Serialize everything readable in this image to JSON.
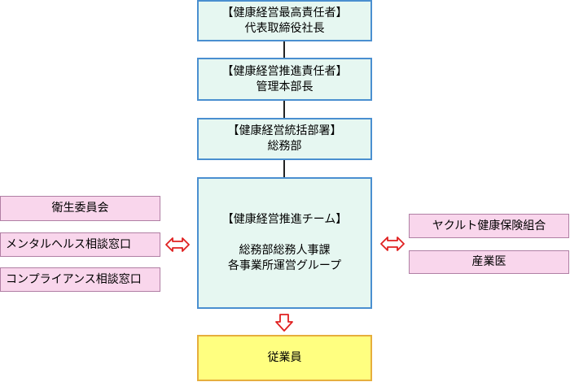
{
  "ceo_box": {
    "title": "【健康経営最高責任者】",
    "role": "代表取締役社長"
  },
  "promotion_box": {
    "title": "【健康経営推進責任者】",
    "role": "管理本部長"
  },
  "general_box": {
    "title": "【健康経営統括部署】",
    "role": "総務部"
  },
  "team_box": {
    "title": "【健康経営推進チーム】",
    "members": [
      "総務部総務人事課",
      "各事業所運営グループ"
    ]
  },
  "employees_box": {
    "label": "従業員"
  },
  "left_partners": [
    "衛生委員会",
    "メンタルヘルス相談窓口",
    "コンプライアンス相談窓口"
  ],
  "right_partners": [
    "ヤクルト健康保険組合",
    "産業医"
  ],
  "colors": {
    "main_fill": "#e6f7f1",
    "main_border": "#4a8fd0",
    "side_fill": "#f9d6ec",
    "side_border": "#b07fa4",
    "employee_fill": "#ffff80",
    "employee_border": "#e6ae3c",
    "arrow": "#e02020"
  },
  "icons": {
    "left_arrow": "double-headed-arrow-icon",
    "right_arrow": "double-headed-arrow-icon",
    "down_arrow": "hollow-down-arrow-icon"
  }
}
